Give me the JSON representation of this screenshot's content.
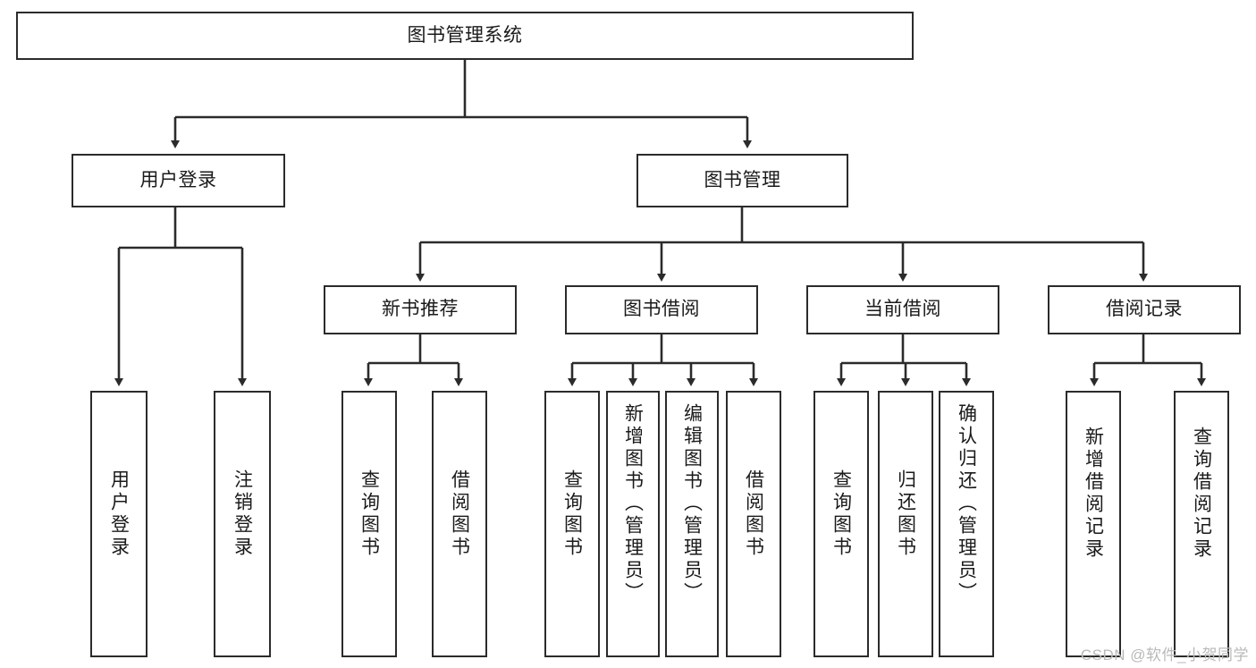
{
  "diagram": {
    "title_node": {
      "label": "图书管理系统"
    },
    "level1": [
      {
        "label": "用户登录"
      },
      {
        "label": "图书管理"
      }
    ],
    "level2": [
      {
        "label": "新书推荐"
      },
      {
        "label": "图书借阅"
      },
      {
        "label": "当前借阅"
      },
      {
        "label": "借阅记录"
      }
    ],
    "leaves": {
      "user_login": [
        {
          "label": "用户登录"
        },
        {
          "label": "注销登录"
        }
      ],
      "new_book": [
        {
          "label": "查询图书"
        },
        {
          "label": "借阅图书"
        }
      ],
      "borrow_book": [
        {
          "label": "查询图书"
        },
        {
          "label": "新增图书（管理员）"
        },
        {
          "label": "编辑图书（管理员）"
        },
        {
          "label": "借阅图书"
        }
      ],
      "current_borrow": [
        {
          "label": "查询图书"
        },
        {
          "label": "归还图书"
        },
        {
          "label": "确认归还（管理员）"
        }
      ],
      "borrow_record": [
        {
          "label": "新增借阅记录"
        },
        {
          "label": "查询借阅记录"
        }
      ]
    }
  },
  "watermark": {
    "text": "CSDN @软件_小贺同学"
  },
  "colors": {
    "stroke": "#2b2b2b",
    "background": "#ffffff",
    "text": "#1a1a1a",
    "watermark": "#b9b9b9"
  }
}
